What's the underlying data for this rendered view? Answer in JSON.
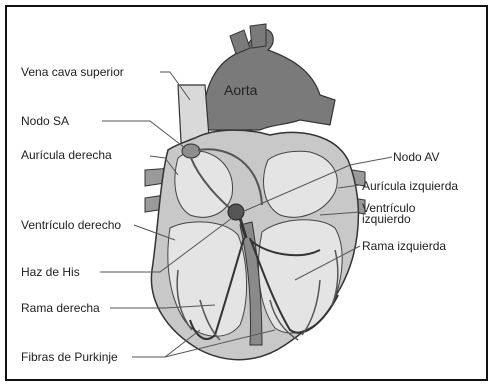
{
  "labels": {
    "aorta": "Aorta",
    "vena_cava_superior": "Vena cava superior",
    "nodo_sa": "Nodo SA",
    "auricula_derecha": "Aurícula derecha",
    "ventriculo_derecho": "Ventrículo derecho",
    "haz_de_his": "Haz de His",
    "rama_derecha": "Rama derecha",
    "fibras_de_purkinje": "Fibras de Purkinje",
    "nodo_av": "Nodo AV",
    "auricula_izquierda": "Aurícula izquierda",
    "ventriculo_izquierdo_line1": "Ventrículo",
    "ventriculo_izquierdo_line2": "izquierdo",
    "rama_izquierda": "Rama izquierda"
  }
}
